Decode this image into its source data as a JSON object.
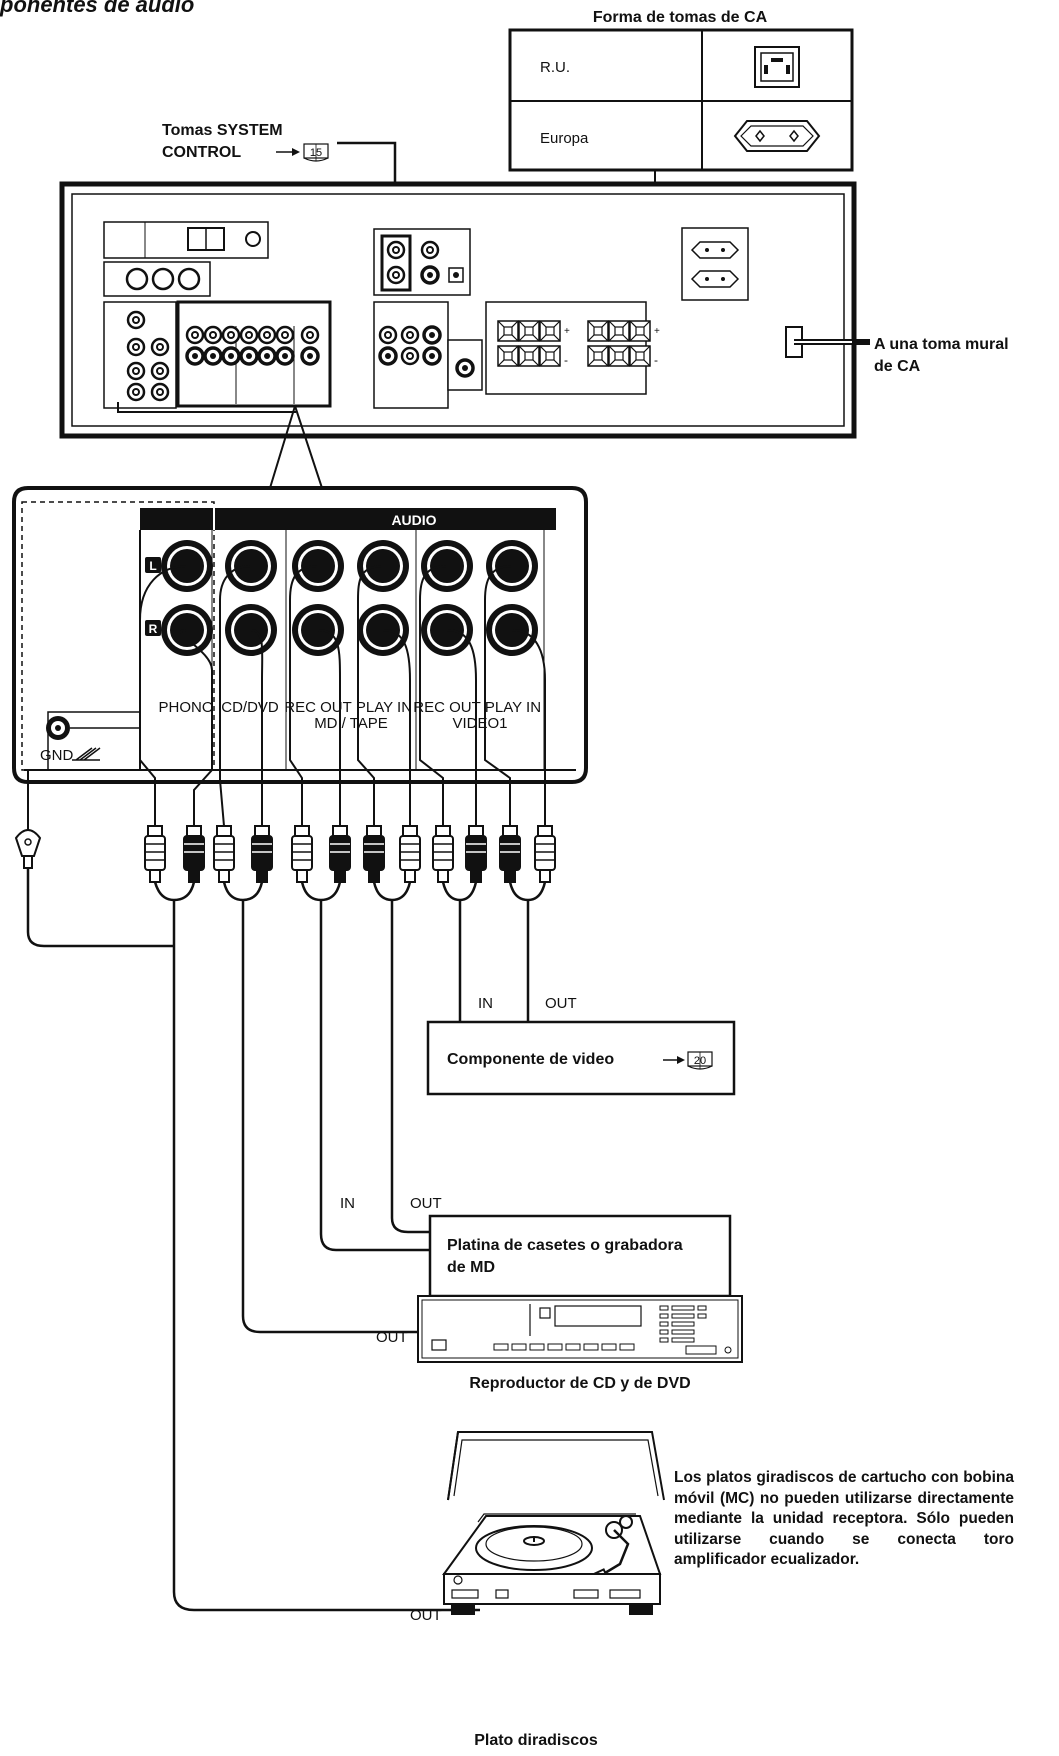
{
  "page": {
    "partial_title": "ponentes de audio"
  },
  "ac_outlet_box": {
    "title": "Forma de tomas de CA",
    "rows": [
      {
        "region": "R.U.",
        "icon": "uk-socket-icon"
      },
      {
        "region": "Europa",
        "icon": "euro-socket-icon"
      }
    ]
  },
  "system_control": {
    "line1": "Tomas SYSTEM",
    "line2": "CONTROL",
    "page_ref": "15"
  },
  "wall_outlet": {
    "line1": "A una toma mural",
    "line2": "de CA"
  },
  "audio_panel": {
    "header": "AUDIO",
    "left_badge": "L",
    "right_badge": "R",
    "gnd_label": "GND",
    "jack_labels": {
      "phono": "PHONO",
      "cd_dvd": "CD/DVD",
      "rec_out_1": "REC OUT",
      "play_in_1": "PLAY IN",
      "group_1": "MD / TAPE",
      "rec_out_2": "REC OUT",
      "play_in_2": "PLAY IN",
      "group_2": "VIDEO1"
    }
  },
  "video_component": {
    "in_label": "IN",
    "out_label": "OUT",
    "label": "Componente de video",
    "page_ref": "20"
  },
  "tape_deck": {
    "in_label": "IN",
    "out_label": "OUT",
    "line1": "Platina de casetes o grabadora",
    "line2": "de MD"
  },
  "cd_player": {
    "out_label": "OUT",
    "caption": "Reproductor de CD y de DVD"
  },
  "turntable": {
    "out_label": "OUT",
    "caption": "Plato diradiscos",
    "note": "Los platos giradiscos de cartucho con bobina móvil (MC) no pueden utilizarse directamente mediante la unidad receptora. Sólo pueden utilizarse cuando se conecta toro amplificador ecualizador."
  }
}
